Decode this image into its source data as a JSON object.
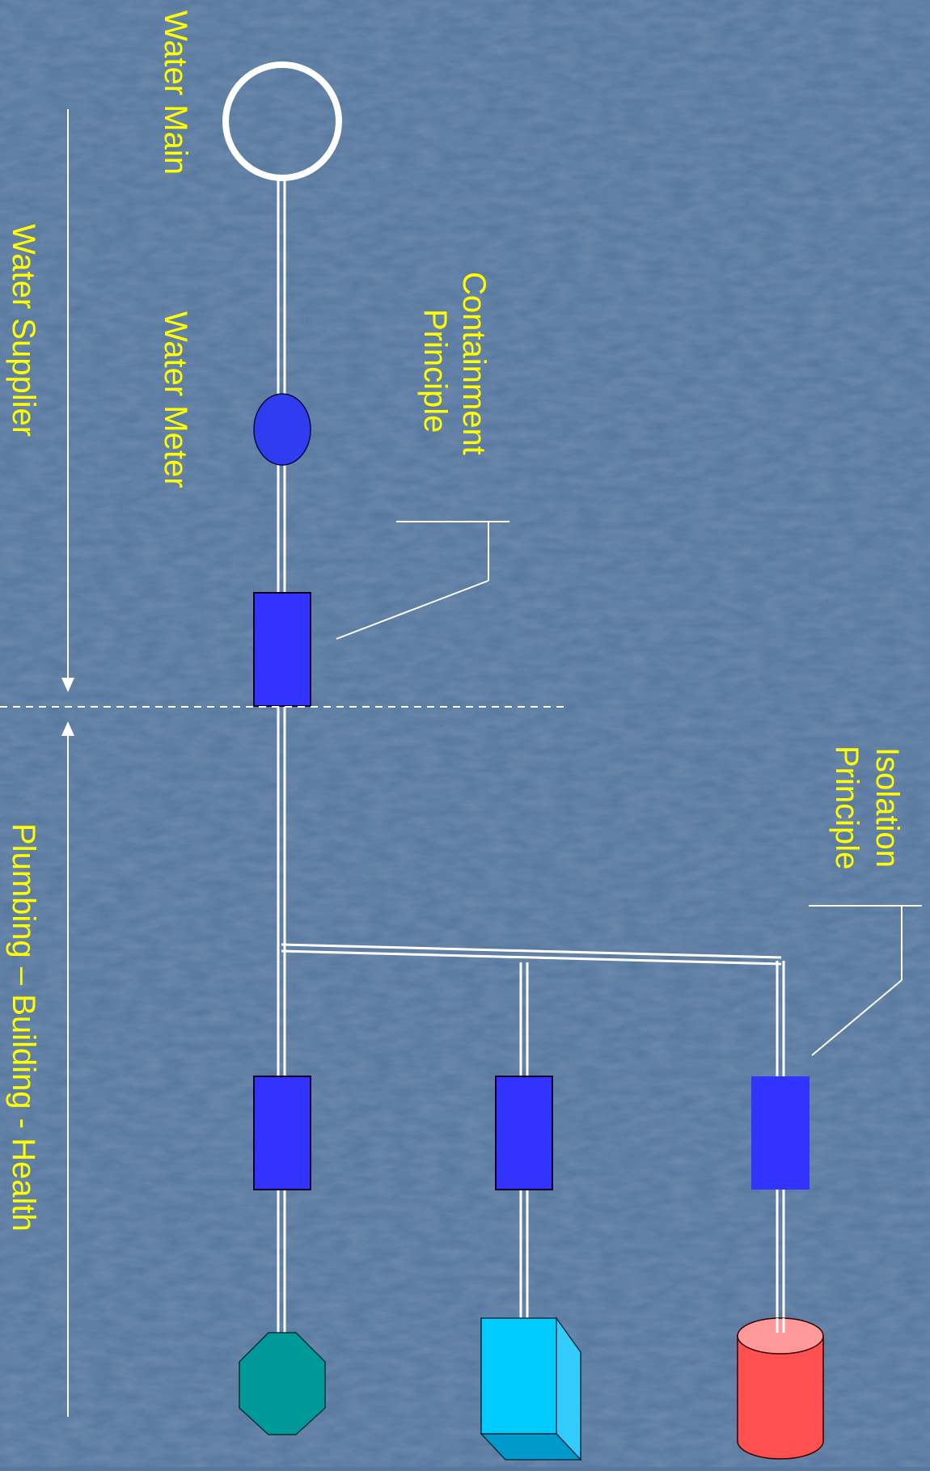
{
  "labels": {
    "water_main": "Water Main",
    "water_meter": "Water Meter",
    "water_supplier": "Water Supplier",
    "containment_line1": "Containment",
    "containment_line2": "Principle",
    "isolation_line1": "Isolation",
    "isolation_line2": "Principle",
    "plumbing": "Plumbing – Building - Health"
  },
  "colors": {
    "background": "#5778a0",
    "text": "#ffff00",
    "pipe": "#ffffff",
    "device": "#3333ff",
    "meter": "#2f3cf0",
    "octagon_fixture": "#009999",
    "box_fixture": "#00ccff",
    "cylinder_fixture": "#ff5050"
  },
  "icons": {
    "water_main": "circle",
    "water_meter": "ellipse",
    "backflow_device": "rectangle",
    "fixture_1": "octagon",
    "fixture_2": "box",
    "fixture_3": "cylinder"
  }
}
